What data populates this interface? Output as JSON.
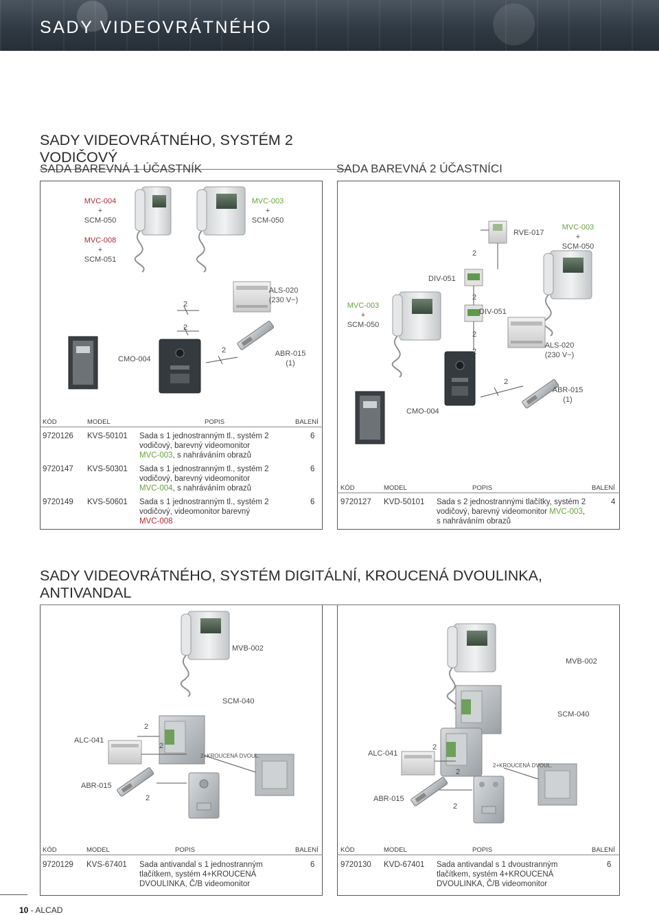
{
  "header": {
    "title": "SADY VIDEOVRÁTNÉHO"
  },
  "section1": {
    "title": "SADY VIDEOVRÁTNÉHO, SYSTÉM 2 VODIČOVÝ",
    "left": {
      "subtitle": "SADA BAREVNÁ 1 ÚČASTNÍK",
      "monitor_a": [
        "MVC-004",
        "+",
        "SCM-050"
      ],
      "monitor_b": [
        "MVC-008",
        "+",
        "SCM-051"
      ],
      "monitor_c": [
        "MVC-003",
        "+",
        "SCM-050"
      ],
      "als": [
        "ALS-020",
        "(230 V~)"
      ],
      "abr": [
        "ABR-015",
        "(1)"
      ],
      "cmo": "CMO-004",
      "wire": "2",
      "columns": [
        "KÓD",
        "MODEL",
        "POPIS",
        "BALENÍ"
      ],
      "rows": [
        {
          "code": "9720126",
          "model": "KVS-50101",
          "desc": "Sada s 1 jednostranným tl., systém 2",
          "desc2": "vodičový, barevný videomonitor",
          "desc3_hl": "MVC-003",
          "desc3_rest": ", s nahráváním obrazů",
          "qty": "6"
        },
        {
          "code": "9720147",
          "model": "KVS-50301",
          "desc": "Sada s 1 jednostranným tl., systém 2",
          "desc2": "vodičový, barevný videomonitor",
          "desc3_hl": "MVC-004",
          "desc3_rest": ", s nahráváním obrazů",
          "qty": "6"
        },
        {
          "code": "9720149",
          "model": "KVS-50601",
          "desc": "Sada s 1 jednostranným tl., systém 2",
          "desc2": "vodičový, videomonitor barevný",
          "desc3_hl": "MVC-008",
          "desc3_rest": "",
          "qty": "6"
        }
      ]
    },
    "right": {
      "subtitle": "SADA BAREVNÁ 2 ÚČASTNÍCI",
      "rve": "RVE-017",
      "monitor_a": [
        "MVC-003",
        "+",
        "SCM-050"
      ],
      "monitor_b": [
        "MVC-003",
        "+",
        "SCM-050"
      ],
      "div_top": "DIV-051",
      "div_mid": "DIV-051",
      "als": [
        "ALS-020",
        "(230 V~)"
      ],
      "abr": [
        "ABR-015",
        "(1)"
      ],
      "cmo": "CMO-004",
      "wire": "2",
      "columns": [
        "KÓD",
        "MODEL",
        "POPIS",
        "BALENÍ"
      ],
      "row": {
        "code": "9720127",
        "model": "KVD-50101",
        "desc": "Sada s 2 jednostrannými tlačítky, systém 2",
        "desc2_a": "vodičový, barevný videomonitor ",
        "desc2_hl": "MVC-003",
        "desc2_b": ",",
        "desc3": "s nahráváním obrazů",
        "qty": "4"
      }
    }
  },
  "section2": {
    "title": "SADY VIDEOVRÁTNÉHO, SYSTÉM DIGITÁLNÍ, KROUCENÁ DVOULINKA, ANTIVANDAL",
    "left": {
      "mvb": "MVB-002",
      "scm": "SCM-040",
      "alc": "ALC-041",
      "abr": "ABR-015",
      "twisted": "2+KROUCENÁ DVOUL.",
      "wire": "2",
      "columns": [
        "KÓD",
        "MODEL",
        "POPIS",
        "BALENÍ"
      ],
      "row": {
        "code": "9720129",
        "model": "KVS-67401",
        "desc": "Sada antivandal s 1 jednostranným",
        "desc2": "tlačítkem, systém 4+KROUCENÁ",
        "desc3": "DVOULINKA, Č/B videomonitor",
        "qty": "6"
      }
    },
    "right": {
      "mvb": "MVB-002",
      "scm": "SCM-040",
      "alc": "ALC-041",
      "abr": "ABR-015",
      "twisted": "2+KROUCENÁ DVOUL.",
      "wire": "2",
      "columns": [
        "KÓD",
        "MODEL",
        "POPIS",
        "BALENÍ"
      ],
      "row": {
        "code": "9720130",
        "model": "KVD-67401",
        "desc": "Sada antivandal s 1 dvoustranným",
        "desc2": "tlačítkem, systém 4+KROUCENÁ",
        "desc3": "DVOULINKA, Č/B videomonitor",
        "qty": "6"
      }
    }
  },
  "footer": {
    "page": "10",
    "brand": "- ALCAD"
  }
}
